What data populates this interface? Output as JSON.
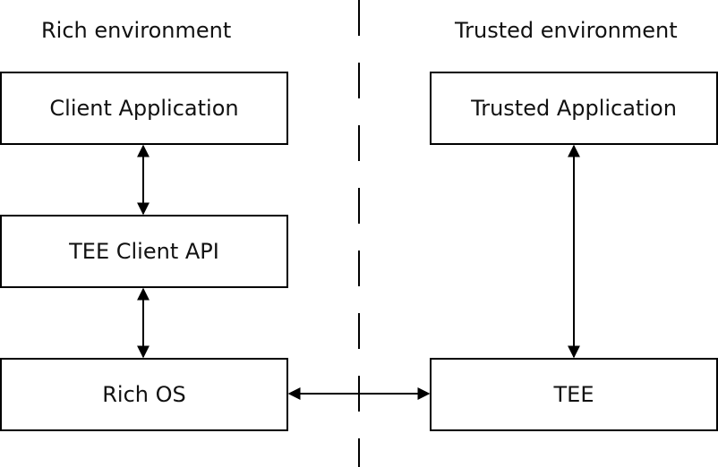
{
  "environments": {
    "rich": "Rich environment",
    "trusted": "Trusted environment"
  },
  "boxes": {
    "client_application": "Client Application",
    "tee_client_api": "TEE Client API",
    "rich_os": "Rich OS",
    "trusted_application": "Trusted Application",
    "tee": "TEE"
  },
  "colors": {
    "line": "#000000",
    "text": "#111111",
    "background": "#ffffff"
  }
}
